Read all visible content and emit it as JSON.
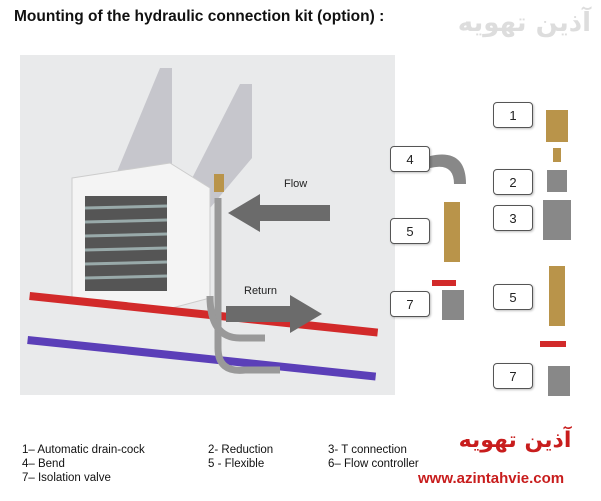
{
  "title": "Mounting of the hydraulic connection kit (option) :",
  "brand": {
    "name_fa": "آذین تهویه",
    "url": "www.azintahvie.com"
  },
  "diagram": {
    "flow_label": "Flow",
    "return_label": "Return",
    "callouts": [
      "1",
      "2",
      "3",
      "4",
      "5",
      "5",
      "7",
      "7"
    ],
    "colors": {
      "red_pipe": "#d22a2a",
      "blue_pipe": "#5b3fb8",
      "arrow": "#6b6b6b",
      "unit": "#f4f4f4",
      "brass": "#b9944a"
    }
  },
  "legend": [
    "1– Automatic drain-cock",
    "2- Reduction",
    "3- T connection",
    "4– Bend",
    "5 - Flexible",
    "6– Flow controller",
    "7– Isolation valve"
  ]
}
